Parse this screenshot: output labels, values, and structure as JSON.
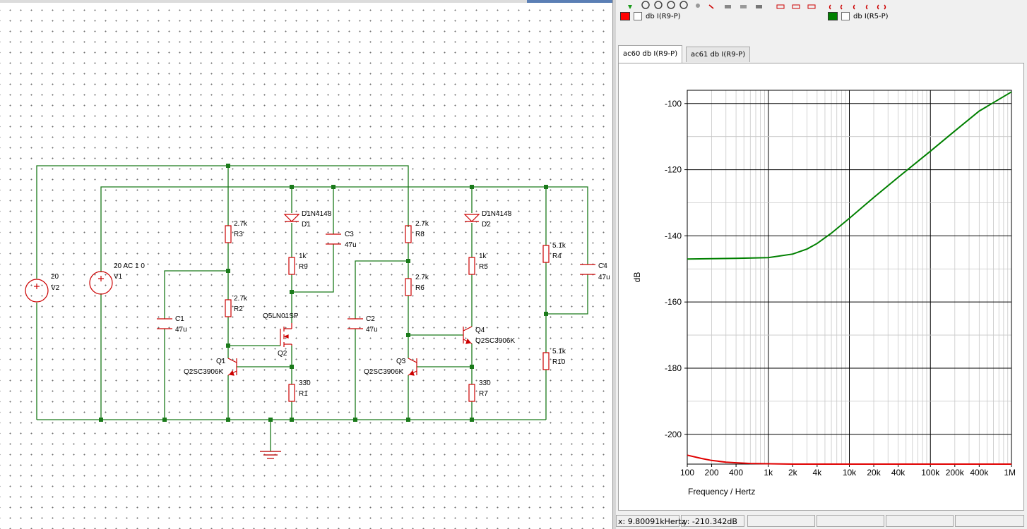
{
  "schematic": {
    "components": {
      "V2": {
        "ref": "V2",
        "value": "20"
      },
      "V1": {
        "ref": "V1",
        "value": "20 AC 1 0"
      },
      "C1": {
        "ref": "C1",
        "value": "47u"
      },
      "R3": {
        "ref": "R3",
        "value": "2.7k"
      },
      "R2": {
        "ref": "R2",
        "value": "2.7k"
      },
      "Q1": {
        "ref": "Q1",
        "value": "Q2SC3906K"
      },
      "D1": {
        "ref": "D1",
        "value": "D1N4148"
      },
      "R9": {
        "ref": "R9",
        "value": "1k"
      },
      "C3": {
        "ref": "C3",
        "value": "47u"
      },
      "Q2": {
        "ref": "Q2",
        "value": "Q5LN01SP"
      },
      "R1": {
        "ref": "R1",
        "value": "330"
      },
      "C2": {
        "ref": "C2",
        "value": "47u"
      },
      "R8": {
        "ref": "R8",
        "value": "2.7k"
      },
      "R6": {
        "ref": "R6",
        "value": "2.7k"
      },
      "Q3": {
        "ref": "Q3",
        "value": "Q2SC3906K"
      },
      "D2": {
        "ref": "D2",
        "value": "D1N4148"
      },
      "R5": {
        "ref": "R5",
        "value": "1k"
      },
      "Q4": {
        "ref": "Q4",
        "value": "Q2SC3906K"
      },
      "R7": {
        "ref": "R7",
        "value": "330"
      },
      "R4": {
        "ref": "R4",
        "value": "5.1k"
      },
      "R10": {
        "ref": "R10",
        "value": "5.1k"
      },
      "C4": {
        "ref": "C4",
        "value": "47u"
      }
    },
    "colors": {
      "wire": "#1a7a1a",
      "component": "#cc0000",
      "junction": "#1a7a1a",
      "ground": "#c41e1e"
    }
  },
  "legend": [
    {
      "label": "db I(R9-P)",
      "color": "#ff0000",
      "checked": false
    },
    {
      "label": "db I(R5-P)",
      "color": "#008000",
      "checked": false
    }
  ],
  "tabs": [
    {
      "label": "ac60 db I(R9-P)",
      "active": true
    },
    {
      "label": "ac61 db I(R9-P)",
      "active": false
    }
  ],
  "chart_data": {
    "type": "line",
    "xlabel": "Frequency / Hertz",
    "ylabel": "dB",
    "xscale": "log",
    "xlim": [
      100,
      1000000
    ],
    "ylim": [
      -209,
      -96
    ],
    "yticks": [
      -100,
      -120,
      -140,
      -160,
      -180,
      -200
    ],
    "ytick_labels": [
      "-100",
      "-120",
      "-140",
      "-160",
      "-180",
      "-200"
    ],
    "xticks": [
      100,
      200,
      400,
      1000,
      2000,
      4000,
      10000,
      20000,
      40000,
      100000,
      200000,
      400000,
      1000000
    ],
    "xtick_labels": [
      "100",
      "200",
      "400",
      "1k",
      "2k",
      "4k",
      "10k",
      "20k",
      "40k",
      "100k",
      "200k",
      "400k",
      "1M"
    ],
    "grid": true,
    "series": [
      {
        "name": "db I(R5-P)",
        "color": "#008000",
        "x": [
          100,
          200,
          400,
          1000,
          2000,
          3000,
          4000,
          6000,
          10000,
          20000,
          40000,
          100000,
          200000,
          400000,
          1000000
        ],
        "y": [
          -147,
          -146.9,
          -146.8,
          -146.6,
          -145.5,
          -144,
          -142.3,
          -139.2,
          -134.7,
          -128.4,
          -122.3,
          -114.4,
          -108.3,
          -102.3,
          -96.5
        ]
      },
      {
        "name": "db I(R9-P)",
        "color": "#e00000",
        "x": [
          100,
          150,
          200,
          300,
          400,
          600,
          1000,
          2000,
          10000,
          100000,
          1000000
        ],
        "y": [
          -206.3,
          -207.3,
          -207.9,
          -208.4,
          -208.6,
          -208.8,
          -208.9,
          -209,
          -209,
          -209,
          -209
        ]
      }
    ]
  },
  "status": {
    "x_readout": "x: 9.80091kHertz",
    "y_readout": "y: -210.342dB"
  }
}
